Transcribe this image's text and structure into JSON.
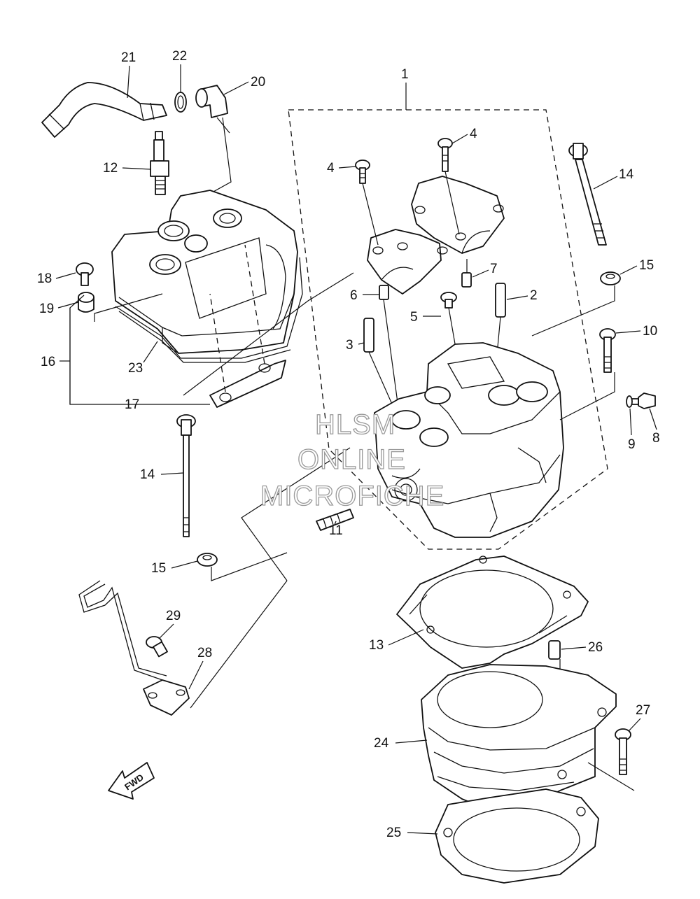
{
  "watermark": {
    "line1": "HLSM",
    "line2": "ONLINE",
    "line3": "MICROFICHE"
  },
  "fwd_label": "FWD",
  "callouts": {
    "c1": "1",
    "c2": "2",
    "c3": "3",
    "c4a": "4",
    "c4b": "4",
    "c5": "5",
    "c6": "6",
    "c7": "7",
    "c8": "8",
    "c9": "9",
    "c10": "10",
    "c11": "11",
    "c12": "12",
    "c13": "13",
    "c14a": "14",
    "c14b": "14",
    "c15a": "15",
    "c15b": "15",
    "c16": "16",
    "c17": "17",
    "c18": "18",
    "c19": "19",
    "c20": "20",
    "c21": "21",
    "c22": "22",
    "c23": "23",
    "c24": "24",
    "c25": "25",
    "c26": "26",
    "c27": "27",
    "c28": "28",
    "c29": "29"
  }
}
